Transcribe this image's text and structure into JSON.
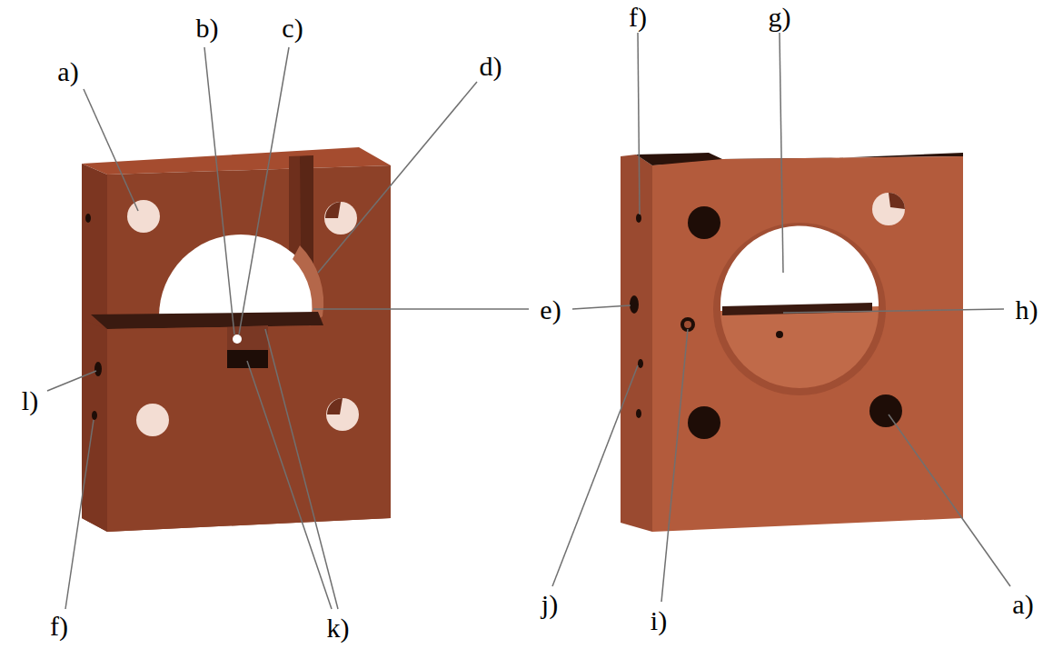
{
  "diagram": {
    "labels": [
      "a)",
      "b)",
      "c)",
      "d)",
      "e)",
      "l)",
      "f)",
      "k)",
      "f)",
      "g)",
      "h)",
      "i)",
      "j)",
      "a)"
    ]
  }
}
